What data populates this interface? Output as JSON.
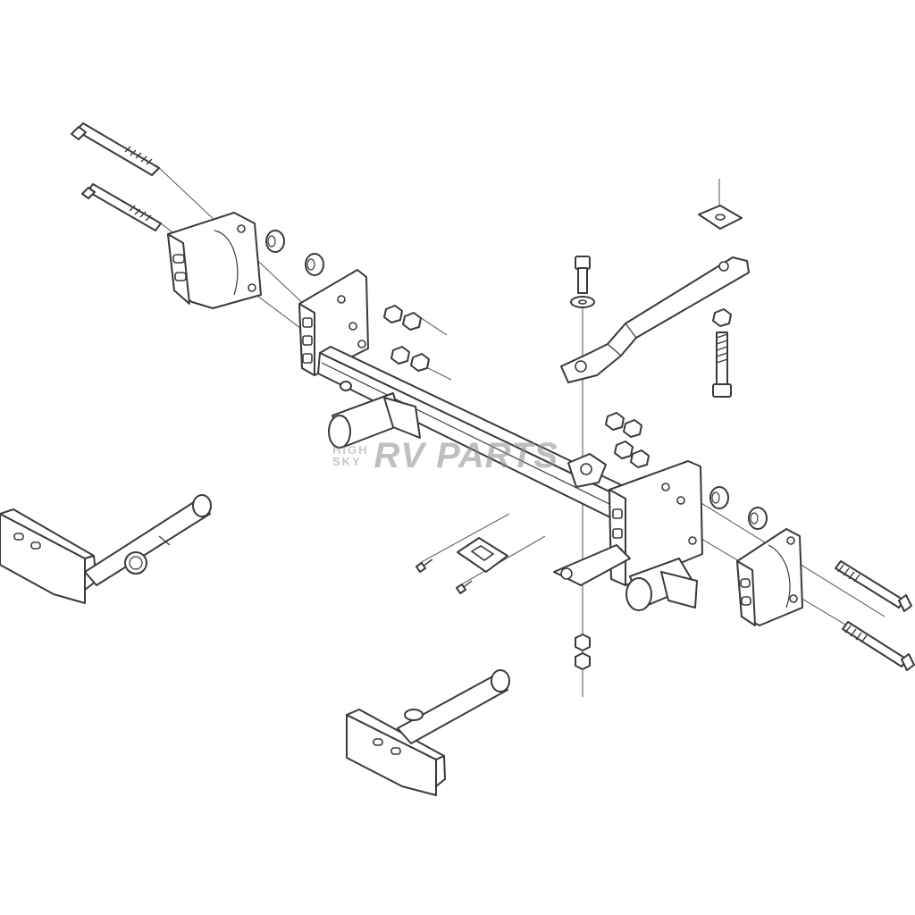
{
  "watermark": {
    "line1": "HIGH",
    "line2": "SKY",
    "brand": "RV PARTS"
  }
}
